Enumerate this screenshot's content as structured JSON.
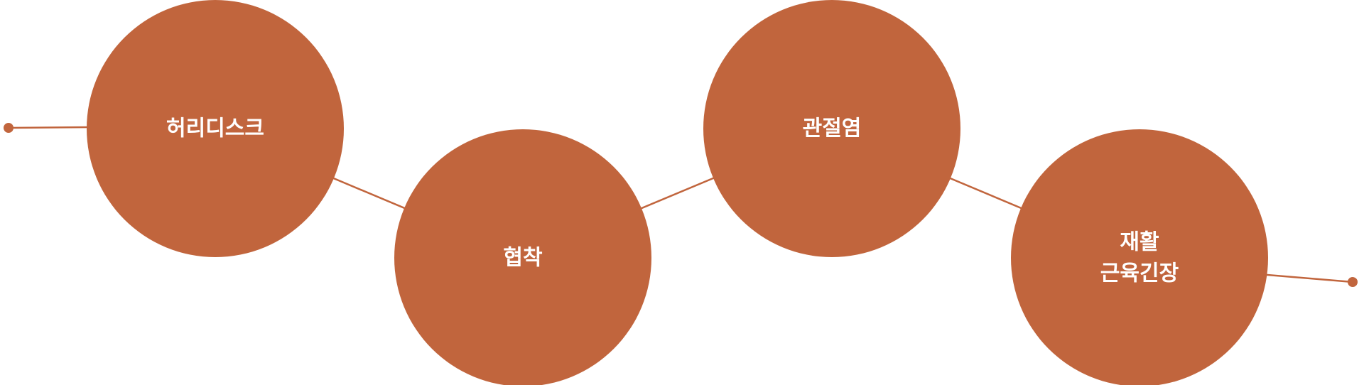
{
  "colors": {
    "node_fill": "#C1653D",
    "line": "#C1653D",
    "label": "#ffffff",
    "background": "#ffffff"
  },
  "nodes": [
    {
      "id": "node-1",
      "label_lines": [
        "허리디스크"
      ]
    },
    {
      "id": "node-2",
      "label_lines": [
        "협착"
      ]
    },
    {
      "id": "node-3",
      "label_lines": [
        "관절염"
      ]
    },
    {
      "id": "node-4",
      "label_lines": [
        "재활",
        "근육긴장"
      ]
    }
  ]
}
